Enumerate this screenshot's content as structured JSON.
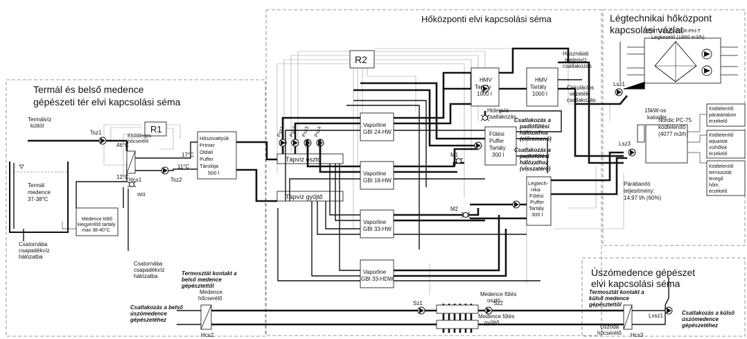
{
  "titles": {
    "center": "Hőközponti  elvi kapcsolási séma",
    "right1": "Légtechnikai hőközpont",
    "right2": "kapcsolási vázlat",
    "left1": "Termál és belső medence",
    "left2": "gépészeti tér elvi kapcsolási séma",
    "swim1": "Úszómedence gépészet",
    "swim2": "elvi kapcsolási séma"
  },
  "controllers": {
    "r1": "R1",
    "r2": "R2"
  },
  "ventus": {
    "line1": "VENTUS VS-15-R-PH-T",
    "line2": "Légkezelő (1860 m3/h)"
  },
  "left": {
    "inlet1": "Termálvíz",
    "inlet2": "kúttól",
    "tsz1": "Tsz1",
    "tsz2": "Tsz2",
    "hcs1": "Hcs1",
    "im3": "IM3",
    "primary1": "Elsődleges",
    "primary2": "hőcserélő",
    "t46": "46°C",
    "t12": "12°C",
    "t17": "17°C",
    "t11": "11°C",
    "pool1": "Termál",
    "pool2": "medence",
    "pool3": "37-38°C",
    "tank1": "Medence töltő",
    "tank2": "kiegyenlítő tartály",
    "tank3": "max 38-40°C",
    "drainA1": "Csatornába",
    "drainA2": "csapadékvíz",
    "drainA3": "hálózatba",
    "drainB1": "Csatornába",
    "drainB2": "csapadékvíz",
    "drainB3": "hálózatba"
  },
  "buffer": {
    "l1": "Hőszivattyúk",
    "l2": "Primer",
    "l3": "Oldali",
    "l4": "Puffer",
    "l5": "Tárolója",
    "l6": "500 l"
  },
  "pumps": {
    "p1": "Psz1",
    "p2": "Psz2",
    "p3": "Psz3",
    "p4": "Psz4"
  },
  "distributor": {
    "supply": "Tápvíz osztó",
    "return": "Tápvíz gyűjtő"
  },
  "heatpumps": [
    {
      "l1": "Vaporline",
      "l2": "GBI 24-HW"
    },
    {
      "l1": "Vaporline",
      "l2": "GBI 18-HW"
    },
    {
      "l1": "Vaporline",
      "l2": "GBI 33-HW"
    },
    {
      "l1": "Vaporline",
      "l2": "GBI 33-HDW"
    }
  ],
  "hmv": [
    {
      "l1": "HMV",
      "l2": "Tartály",
      "l3": "1000 l"
    },
    {
      "l1": "HMV",
      "l2": "Tartály",
      "l3": "1000 l"
    }
  ],
  "hotwater": {
    "l1": "Használati",
    "l2": "melegvíz",
    "l3": "csatlakozás"
  },
  "circ": {
    "l1": "Cirkulációs",
    "l2": "vezeték",
    "l3": "csatlakozás"
  },
  "coldwater": {
    "l1": "Hidegvíz",
    "l2": "csatlakozás"
  },
  "heatbuf": {
    "l1": "Fűtési",
    "l2": "Puffer",
    "l3": "Tartály",
    "l4": "300 l"
  },
  "airbuf": {
    "l1": "Légtech-",
    "l2": "nika",
    "l3": "Fűtési",
    "l4": "Puffer",
    "l5": "Tartály",
    "l6": "300 l"
  },
  "floor1": {
    "l1": "Csatlakozás a",
    "l2": "padlófűtési",
    "l3": "hálózathoz",
    "l4": "(előremenő)"
  },
  "floor2": {
    "l1": "Csatlakozás a",
    "l2": "padlófűtési",
    "l3": "hálózathoz",
    "l4": "(visszatérő)"
  },
  "valves": {
    "m1": "M1",
    "m2": "M2"
  },
  "airside": {
    "lsz1": "Lsz1",
    "lsz3": "Lsz3",
    "heater1": "15kW-os",
    "heater2": "kalorifer",
    "nordic1": "Nordic PC-75",
    "nordic2": "ködtelenítő",
    "nordic3": "(4077 m3/h)",
    "dehum1": "Párátlanító",
    "dehum2": "teljesítmény:",
    "dehum3": "14,97 l/h (60%)"
  },
  "sensors": [
    {
      "l1": "Ködtelenítő",
      "l2": "páratartalom",
      "l3": "érzékelő"
    },
    {
      "l1": "Ködtelenítő",
      "l2": "aquastat",
      "l3": "vízhőfok",
      "l4": "érzékelő"
    },
    {
      "l1": "Ködtelenítő",
      "l2": "termosztát",
      "l3": "levegő",
      "l4": "hőm.",
      "l5": "érzékelő"
    }
  ],
  "bottom": {
    "thermoL1": "Termosztát kontakt a",
    "thermoL2": "belső medence",
    "thermoL3": "gépésztettől",
    "connL1": "Csatlakozás a belső",
    "connL2": "úszómedence",
    "connL3": "gépészetéhez",
    "hexL1": "Medence",
    "hexL2": "hőcserélő",
    "hcs2": "Hcs2",
    "sz1": "Sz1",
    "sz2": "Sz2",
    "pd1": "Medence fűtés",
    "pd2": "osztó",
    "pc1": "Medence fűtés",
    "pc2": "gyűjtő",
    "thermoR1": "Termosztát kontakt a",
    "thermoR2": "külső medence",
    "thermoR3": "gépésztettől",
    "uszoda1": "Uszoda",
    "uszoda2": "hőcserélő",
    "hcs3": "Hcs3",
    "lvsz1": "Lvsz1",
    "connR1": "Csatlakozás a külső",
    "connR2": "úszómedence",
    "connR3": "gépészetéhez"
  }
}
